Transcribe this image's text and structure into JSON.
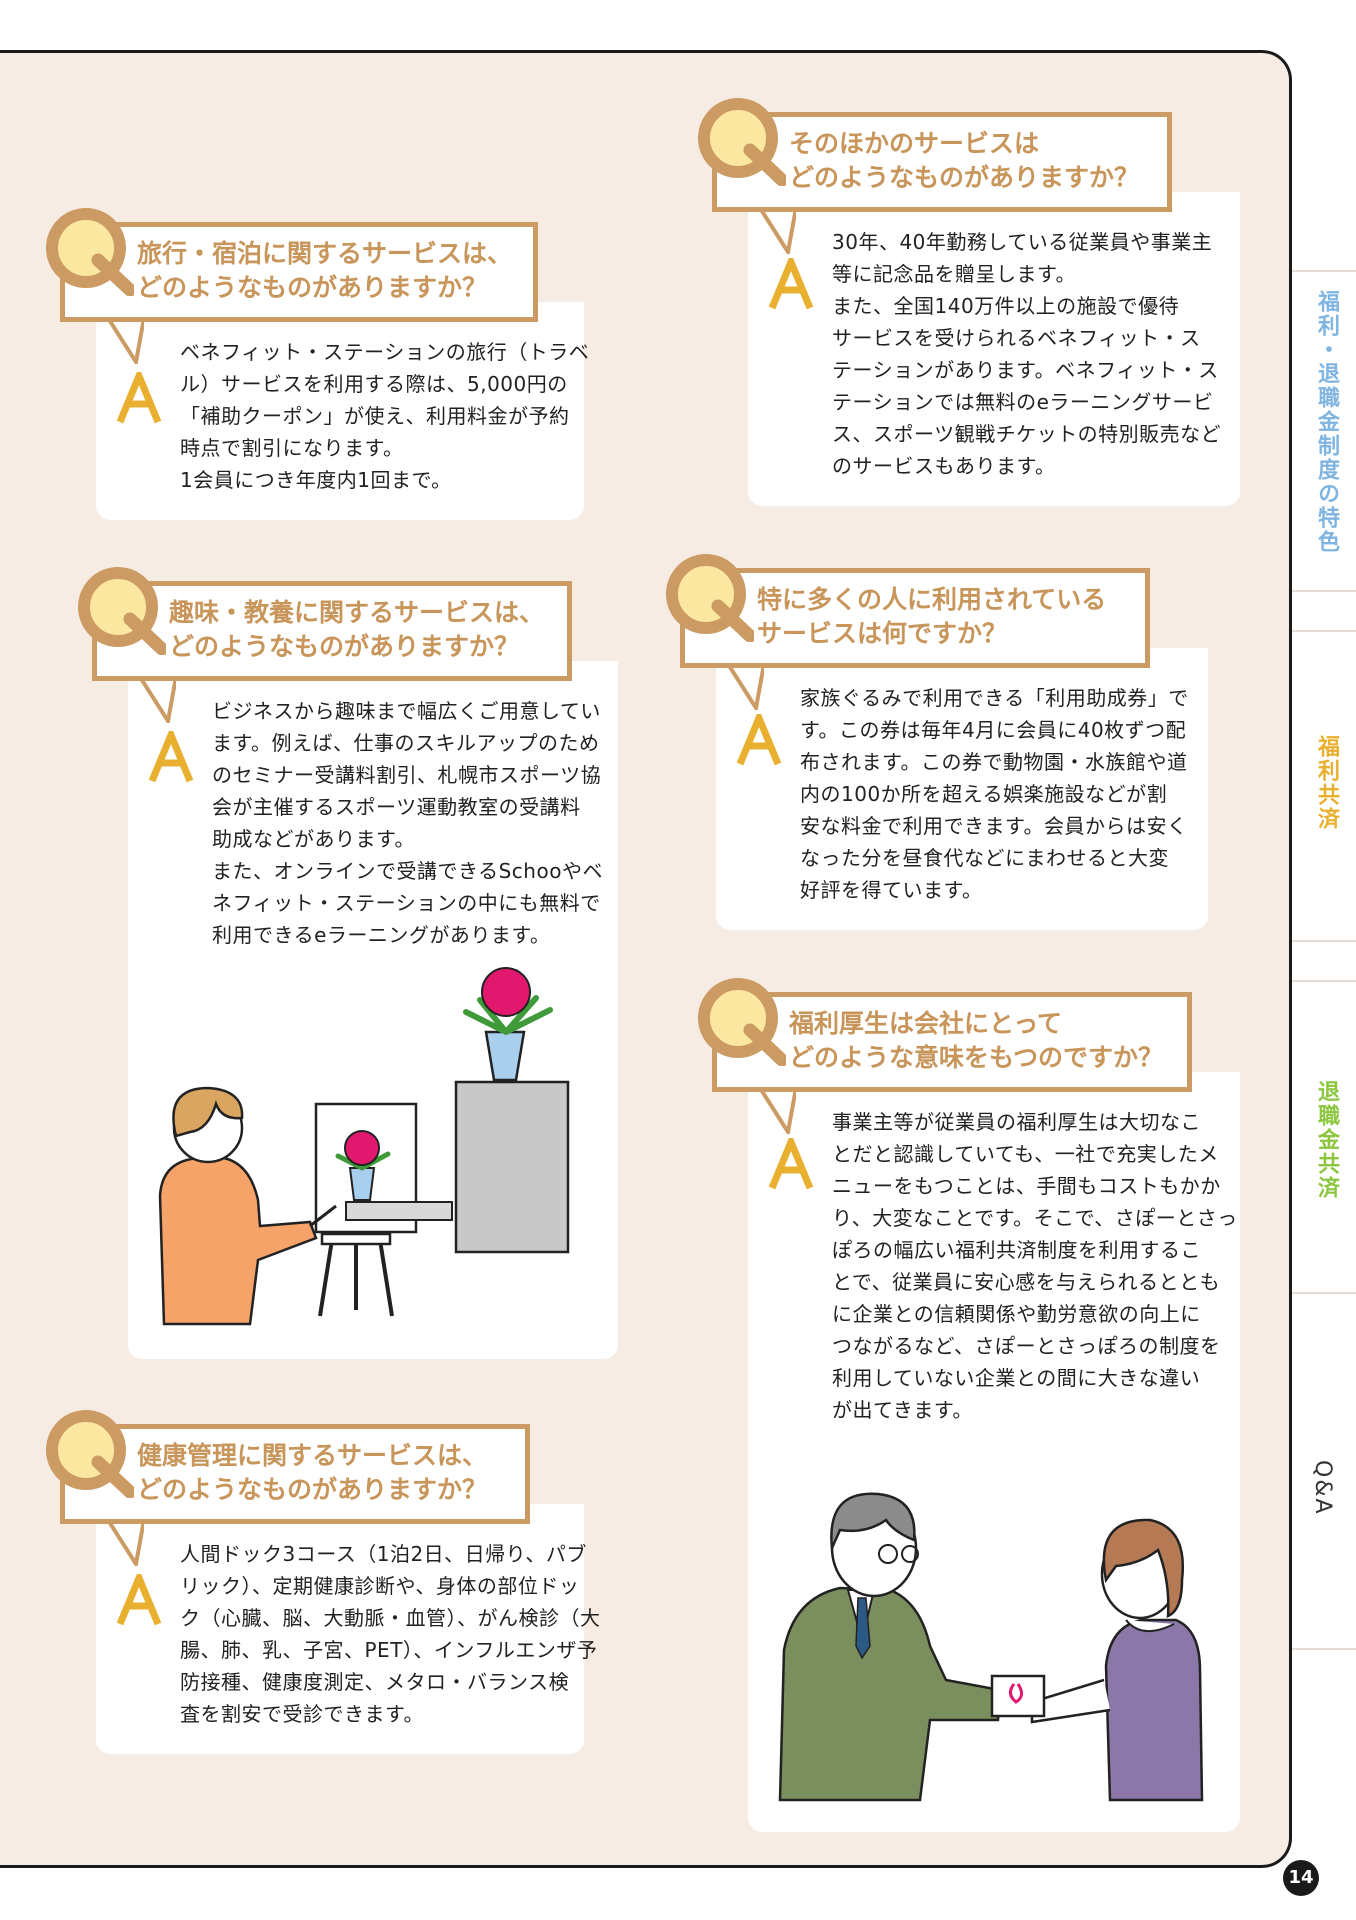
{
  "qa": [
    {
      "q": [
        "旅行・宿泊に関するサービスは、",
        "どのようなものがありますか？"
      ],
      "a": [
        "ベネフィット・ステーションの旅行（トラベ",
        "ル）サービスを利用する際は、5,000円の",
        "「補助クーポン」が使え、利用料金が予約",
        "時点で割引になります。",
        "1会員につき年度内1回まで。"
      ]
    },
    {
      "q": [
        "趣味・教養に関するサービスは、",
        "どのようなものがありますか？"
      ],
      "a": [
        "ビジネスから趣味まで幅広くご用意してい",
        "ます。例えば、仕事のスキルアップのため",
        "のセミナー受講料割引、札幌市スポーツ協",
        "会が主催するスポーツ運動教室の受講料",
        "助成などがあります。",
        "また、オンラインで受講できるSchooやベ",
        "ネフィット・ステーションの中にも無料で",
        "利用できるeラーニングがあります。"
      ]
    },
    {
      "q": [
        "健康管理に関するサービスは、",
        "どのようなものがありますか？"
      ],
      "a": [
        "人間ドック3コース（1泊2日、日帰り、パブ",
        "リック）、定期健康診断や、身体の部位ドッ",
        "ク（心臓、脳、大動脈・血管）、がん検診（大",
        "腸、肺、乳、子宮、PET）、インフルエンザ予",
        "防接種、健康度測定、メタロ・バランス検",
        "査を割安で受診できます。"
      ]
    },
    {
      "q": [
        "そのほかのサービスは",
        "どのようなものがありますか？"
      ],
      "a": [
        "30年、40年勤務している従業員や事業主",
        "等に記念品を贈呈します。",
        "また、全国140万件以上の施設で優待",
        "サービスを受けられるベネフィット・ス",
        "テーションがあります。ベネフィット・ス",
        "テーションでは無料のeラーニングサービ",
        "ス、スポーツ観戦チケットの特別販売など",
        "のサービスもあります。"
      ]
    },
    {
      "q": [
        "特に多くの人に利用されている",
        "サービスは何ですか？"
      ],
      "a": [
        "家族ぐるみで利用できる「利用助成券」で",
        "す。この券は毎年4月に会員に40枚ずつ配",
        "布されます。この券で動物園・水族館や道",
        "内の100か所を超える娯楽施設などが割",
        "安な料金で利用できます。会員からは安く",
        "なった分を昼食代などにまわせると大変",
        "好評を得ています。"
      ]
    },
    {
      "q": [
        "福利厚生は会社にとって",
        "どのような意味をもつのですか？"
      ],
      "a": [
        "事業主等が従業員の福利厚生は大切なこ",
        "とだと認識していても、一社で充実したメ",
        "ニューをもつことは、手間もコストもかか",
        "り、大変なことです。そこで、さぽーとさっ",
        "ぽろの幅広い福利共済制度を利用するこ",
        "とで、従業員に安心感を与えられるととも",
        "に企業との信頼関係や勤労意欲の向上に",
        "つながるなど、さぽーとさっぽろの制度を",
        "利用していない企業との間に大きな違い",
        "が出てきます。"
      ]
    }
  ],
  "side_tabs": [
    {
      "label": "福利・退職金制度の特色",
      "color": "#7fb5e0"
    },
    {
      "label": "福利共済",
      "color": "#e9b02f"
    },
    {
      "label": "退職金共済",
      "color": "#8cc63f"
    },
    {
      "label": "Q&A",
      "color": "#333333"
    }
  ],
  "page_number": "14",
  "colors": {
    "accent": "#cc9a63",
    "q_yellow": "#fbe7a0",
    "panel": "#f6ece3"
  }
}
